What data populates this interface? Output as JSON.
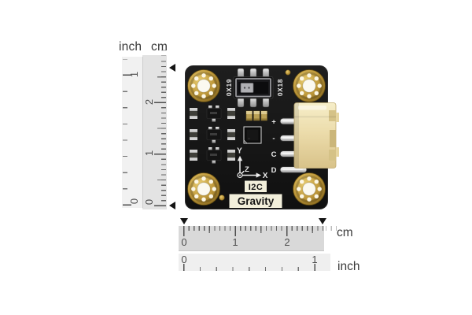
{
  "rulers": {
    "vertical": {
      "inch_header": "inch",
      "cm_header": "cm",
      "inch_labels": [
        "1",
        "0"
      ],
      "cm_labels": [
        "2",
        "1",
        "0"
      ]
    },
    "horizontal": {
      "cm_labels": [
        "0",
        "1",
        "2"
      ],
      "cm_unit": "cm",
      "inch_labels": [
        "0",
        "1"
      ],
      "inch_unit": "inch"
    }
  },
  "board": {
    "address_left": "0X19",
    "address_right": "0X18",
    "pins": [
      "+",
      "-",
      "C",
      "D"
    ],
    "axes": {
      "y": "Y",
      "z": "Z",
      "x": "X"
    },
    "interface_label": "I2C",
    "brand_label": "Gravity"
  },
  "colors": {
    "background": "#ffffff",
    "pcb_black": "#161616",
    "gold_pad": "#c09a3c",
    "connector_cream": "#ecdcab",
    "silkscreen_white": "#e9e9e9",
    "label_box_cream": "#f2efdb",
    "ruler_cm_strip": "#d9d9d9",
    "ruler_inch_strip": "#efefef",
    "tick_gray": "#4e4e4e"
  }
}
